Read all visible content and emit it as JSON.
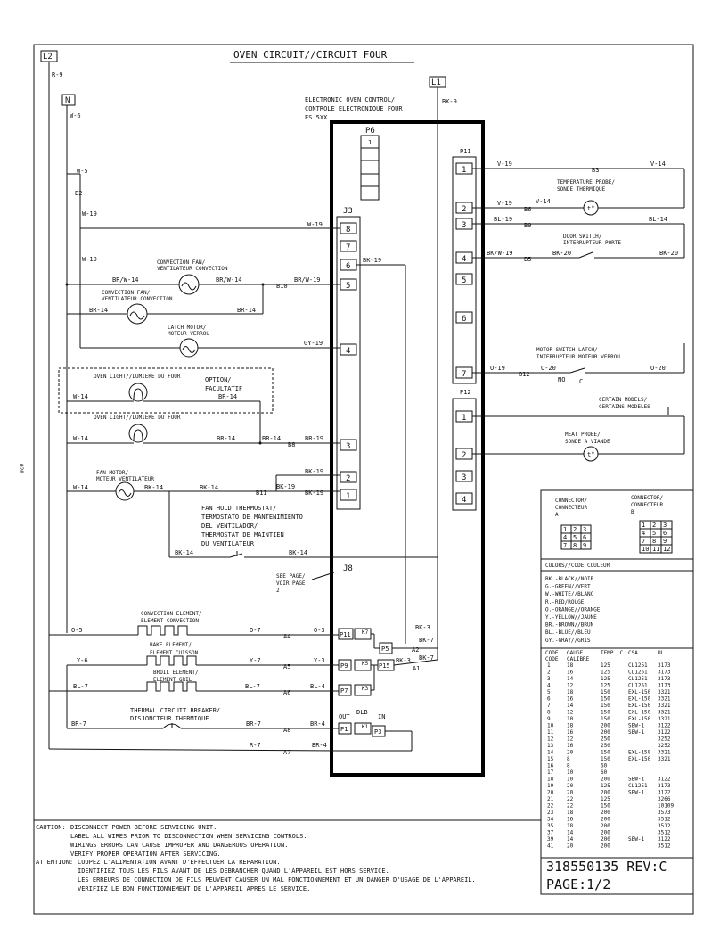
{
  "title": "OVEN CIRCUIT//CIRCUIT FOUR",
  "labels": {
    "l2": "L2",
    "n": "N",
    "l1": "L1",
    "r9": "R-9",
    "w6": "W-6",
    "bk9": "BK-9",
    "w5": "W-5",
    "b2": "B2",
    "w19a": "W-19",
    "w19b": "W-19",
    "eoc1": "ELECTRONIC OVEN CONTROL/",
    "eoc2": "CONTROLE ELECTRONIQUE FOUR",
    "eoc3": "ES 5XX",
    "p6": "P6",
    "p6_1": "1",
    "j3": "J3",
    "p11": "P11",
    "p12": "P12",
    "j8": "J8",
    "j3_8": "8",
    "j3_7": "7",
    "j3_6": "6",
    "j3_5": "5",
    "j3_4": "4",
    "j3_3": "3",
    "j3_2": "2",
    "j3_1": "1",
    "p11_1": "1",
    "p11_2": "2",
    "p11_3": "3",
    "p11_4": "4",
    "p11_5": "5",
    "p11_6": "6",
    "p11_7": "7",
    "p12_1": "1",
    "p12_2": "2",
    "p12_3": "3",
    "p12_4": "4",
    "w19_8": "W-19",
    "bk19_6": "BK-19",
    "brw19": "BR/W-19",
    "b10": "B10",
    "gy19": "GY-19",
    "brw14a": "BR/W-14",
    "brw14b": "BR/W-14",
    "br14a": "BR-14",
    "br14b": "BR-14",
    "cfan1a": "CONVECTION FAN/",
    "cfan1b": "VENTILATEUR CONVECTION",
    "cfan2a": "CONVECTION FAN/",
    "cfan2b": "VENTILATEUR CONVECTION",
    "latch1": "LATCH MOTOR/",
    "latch2": "MOTEUR VERROU",
    "ol1": "OVEN LIGHT//LUMIERE DU FOUR",
    "opt1": "OPTION/",
    "opt2": "FACULTATIF",
    "w14a": "W-14",
    "br14c": "BR-14",
    "ol2": "OVEN LIGHT//LUMIERE DU FOUR",
    "w14b": "W-14",
    "br14d": "BR-14",
    "br14e": "BR-14",
    "b8": "B8",
    "br19": "BR-19",
    "fan1": "FAN MOTOR/",
    "fan2": "MOTEUR VENTILATEUR",
    "w14c": "W-14",
    "bk14a": "BK-14",
    "bk14b": "BK-14",
    "b11": "B11",
    "bk19a": "BK-19",
    "bk19b": "BK-19",
    "bk19c": "BK-19",
    "fh1": "FAN HOLD THERMOSTAT/",
    "fh2": "TERMOSTATO DE MANTENIMIENTO",
    "fh3": "DEL VENTILADOR/",
    "fh4": "THERMOSTAT DE MAINTIEN",
    "fh5": "DU VENTILATEUR",
    "bk14c": "BK-14",
    "bk14d": "BK-14",
    "see1": "SEE PAGE/",
    "see2": "VOIR PAGE",
    "see3": "2",
    "v19a": "V-19",
    "b3": "B3",
    "v14a": "V-14",
    "tp1": "TEMPERATURE PROBE/",
    "tp2": "SONDE THERMIQUE",
    "v19b": "V-19",
    "b6": "B6",
    "v14b": "V-14",
    "bl19": "BL-19",
    "b9": "B9",
    "bl14": "BL-14",
    "ds1": "DOOR SWITCH/",
    "ds2": "INTERRUPTEUR PORTE",
    "bkw19": "BK/W-19",
    "b5": "B5",
    "bk20a": "BK-20",
    "bk20b": "BK-20",
    "msl1": "MOTOR SWITCH LATCH/",
    "msl2": "INTERRUPTEUR MOTEUR VERROU",
    "o19": "O-19",
    "b12": "B12",
    "o20a": "O-20",
    "o20b": "O-20",
    "no": "NO",
    "c": "C",
    "cm1": "CERTAIN MODELS/",
    "cm2": "CERTAINS MODELES",
    "mp1": "MEAT PROBE/",
    "mp2": "SONDE A VIANDE",
    "ce1": "CONVECTION ELEMENT/",
    "ce2": "ELEMENT CONVECTION",
    "o5": "O-5",
    "o7": "O-7",
    "a4": "A4",
    "o3": "O-3",
    "p11b": "P11",
    "k7": "K7",
    "p5": "P5",
    "a2": "A2",
    "bk3a": "BK-3",
    "bk7a": "BK-7",
    "be1": "BAKE ELEMENT/",
    "be2": "ELEMENT CUISSON",
    "y6": "Y-6",
    "y7": "Y-7",
    "a5": "A5",
    "y3": "Y-3",
    "p9": "P9",
    "k5": "K5",
    "p15": "P15",
    "bk3b": "BK-3",
    "a1": "A1",
    "bk7b": "BK-7",
    "br1": "BROIL ELEMENT/",
    "br2": "ELEMENT GRIL",
    "bl7a": "BL-7",
    "bl7b": "BL-7",
    "a6": "A6",
    "bl4": "BL-4",
    "p7": "P7",
    "k3": "K3",
    "tcb1": "THERMAL CIRCUIT BREAKER/",
    "tcb2": "DISJONCTEUR THERMIQUE",
    "br7a": "BR-7",
    "br7b": "BR-7",
    "a8": "A8",
    "br4a": "BR-4",
    "out": "OUT",
    "dlb": "DLB",
    "in": "IN",
    "p1": "P1",
    "k1": "K1",
    "p3": "P3",
    "r7": "R-7",
    "a7": "A7",
    "br4b": "BR-4",
    "side": "020"
  },
  "connector_box": {
    "a1": "CONNECTOR/",
    "a2": "CONNECTEUR",
    "a3": "A",
    "b1": "CONNECTOR/",
    "b2": "CONNECTEUR",
    "b3": "B",
    "grid_a": [
      "1",
      "2",
      "3",
      "4",
      "5",
      "6",
      "7",
      "8",
      "9"
    ],
    "grid_b": [
      "1",
      "2",
      "3",
      "4",
      "5",
      "6",
      "7",
      "8",
      "9",
      "10",
      "11",
      "12"
    ]
  },
  "colors": {
    "heading": "COLORS//CODE COULEUR",
    "lines": [
      "BK.-BLACK//NOIR",
      "G.-GREEN//VERT",
      "W.-WHITE//BLANC",
      "R.-RED/ROUGE",
      "O.-ORANGE//ORANGE",
      "Y.-YELLOW//JAUNE",
      "BR.-BROWN//BRUN",
      "BL.-BLUE//BLEU",
      "GY.-GRAY//GRIS"
    ]
  },
  "gauge_table": {
    "headers": [
      "CODE",
      "GAUGE",
      "TEMP.'C",
      "CSA",
      "UL"
    ],
    "headers2": [
      "CODE",
      "CALIBRE",
      "",
      "",
      ""
    ],
    "rows": [
      [
        "1",
        "18",
        "125",
        "CL1251",
        "3173"
      ],
      [
        "2",
        "16",
        "125",
        "CL1251",
        "3173"
      ],
      [
        "3",
        "14",
        "125",
        "CL1251",
        "3173"
      ],
      [
        "4",
        "12",
        "125",
        "CL1251",
        "3173"
      ],
      [
        "5",
        "18",
        "150",
        "EXL-150",
        "3321"
      ],
      [
        "6",
        "16",
        "150",
        "EXL-150",
        "3321"
      ],
      [
        "7",
        "14",
        "150",
        "EXL-150",
        "3321"
      ],
      [
        "8",
        "12",
        "150",
        "EXL-150",
        "3321"
      ],
      [
        "9",
        "10",
        "150",
        "EXL-150",
        "3321"
      ],
      [
        "10",
        "18",
        "200",
        "SEW-1",
        "3122"
      ],
      [
        "11",
        "16",
        "200",
        "SEW-1",
        "3122"
      ],
      [
        "12",
        "12",
        "250",
        "",
        "3252"
      ],
      [
        "13",
        "16",
        "250",
        "",
        "3252"
      ],
      [
        "14",
        "20",
        "150",
        "EXL-150",
        "3321"
      ],
      [
        "15",
        "8",
        "150",
        "EXL-150",
        "3321"
      ],
      [
        "16",
        "8",
        "60",
        "",
        ""
      ],
      [
        "17",
        "10",
        "60",
        "",
        ""
      ],
      [
        "18",
        "10",
        "200",
        "SEW-1",
        "3122"
      ],
      [
        "19",
        "20",
        "125",
        "CL1251",
        "3173"
      ],
      [
        "20",
        "20",
        "200",
        "SEW-1",
        "3122"
      ],
      [
        "21",
        "22",
        "125",
        "",
        "3266"
      ],
      [
        "22",
        "22",
        "150",
        "",
        "10109"
      ],
      [
        "23",
        "18",
        "200",
        "",
        "3573"
      ],
      [
        "34",
        "16",
        "200",
        "",
        "3512"
      ],
      [
        "35",
        "18",
        "200",
        "",
        "3512"
      ],
      [
        "37",
        "14",
        "200",
        "",
        "3512"
      ],
      [
        "39",
        "14",
        "200",
        "SEW-1",
        "3122"
      ],
      [
        "41",
        "20",
        "200",
        "",
        "3512"
      ]
    ]
  },
  "caution": {
    "label": "CAUTION:",
    "l1": "DISCONNECT POWER BEFORE SERVICING UNIT.",
    "l2": "LABEL ALL WIRES PRIOR TO DISCONNECTION WHEN SERVICING CONTROLS.",
    "l3": "WIRINGS ERRORS CAN CAUSE IMPROPER AND DANGEROUS OPERATION.",
    "l4": "VERIFY PROPER OPERATION AFTER SERVICING.",
    "alabel": "ATTENTION:",
    "a1": "COUPEZ L'ALIMENTATION AVANT D'EFFECTUER LA REPARATION.",
    "a2": "IDENTIFIEZ TOUS LES FILS AVANT DE LES DEBRANCHER QUAND L'APPAREIL EST HORS SERVICE.",
    "a3": "LES ERREURS DE CONNECTION DE FILS PEUVENT CAUSER UN MAL FONCTIONNEMENT ET UN DANGER D'USAGE DE L'APPAREIL.",
    "a4": "VERIFIEZ LE BON FONCTIONNEMENT DE L'APPAREIL APRES LE SERVICE."
  },
  "part": "318550135 REV:C",
  "page": "PAGE:1/2"
}
